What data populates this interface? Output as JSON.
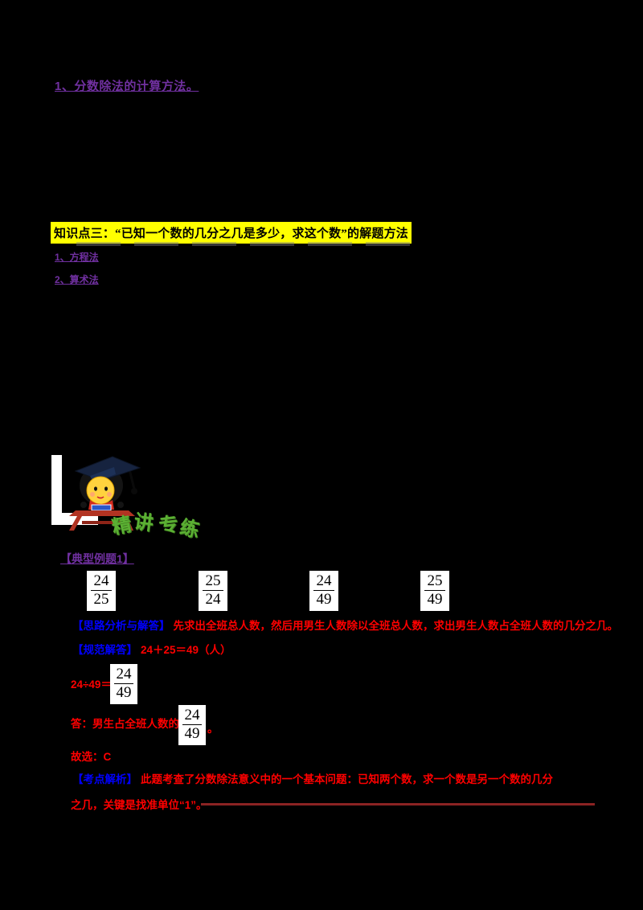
{
  "page_bg": "#000000",
  "heading1": {
    "text": "1、分数除法的计算方法。"
  },
  "knowledge_point": {
    "text": "知识点三：“已知一个数的几分之几是多少，求这个数”的解题方法"
  },
  "method_links": [
    {
      "text": "1、方程法"
    },
    {
      "text": "2、算术法"
    }
  ],
  "mascot": {
    "description": "study-kid-cartoon"
  },
  "section_badge": {
    "chars": [
      "精",
      "讲",
      "专",
      "练"
    ]
  },
  "example": {
    "title": "【典型例题1】",
    "options": [
      {
        "num": "24",
        "den": "25"
      },
      {
        "num": "25",
        "den": "24"
      },
      {
        "num": "24",
        "den": "49"
      },
      {
        "num": "25",
        "den": "49"
      }
    ]
  },
  "analysis": {
    "label": "【思路分析与解答】",
    "text": "先求出全班总人数，然后用男生人数除以全班总人数，求出男生人数占全班人数的几分之几。"
  },
  "solution": {
    "label": "【规范解答】",
    "formula": "24＋25＝49（人）"
  },
  "calc_line": {
    "prefix": "24÷49＝",
    "fraction": {
      "num": "24",
      "den": "49"
    }
  },
  "answer_line": {
    "prefix": "答：男生占全班人数的",
    "fraction": {
      "num": "24",
      "den": "49"
    },
    "suffix": "。"
  },
  "choice_line": {
    "text": "故选：C"
  },
  "comment": {
    "label": "【考点解析】",
    "line1": "此题考查了分数除法意义中的一个基本问题：已知两个数，求一个数是另一个数的几分",
    "line2": "之几，关键是找准单位“1”。"
  },
  "colors": {
    "accent_purple": "#7030a0",
    "highlight_yellow": "#ffff00",
    "label_blue": "#0000ff",
    "body_red": "#ff0000",
    "rule_dark_red": "#8b2323",
    "badge_green": "#5bb033"
  }
}
